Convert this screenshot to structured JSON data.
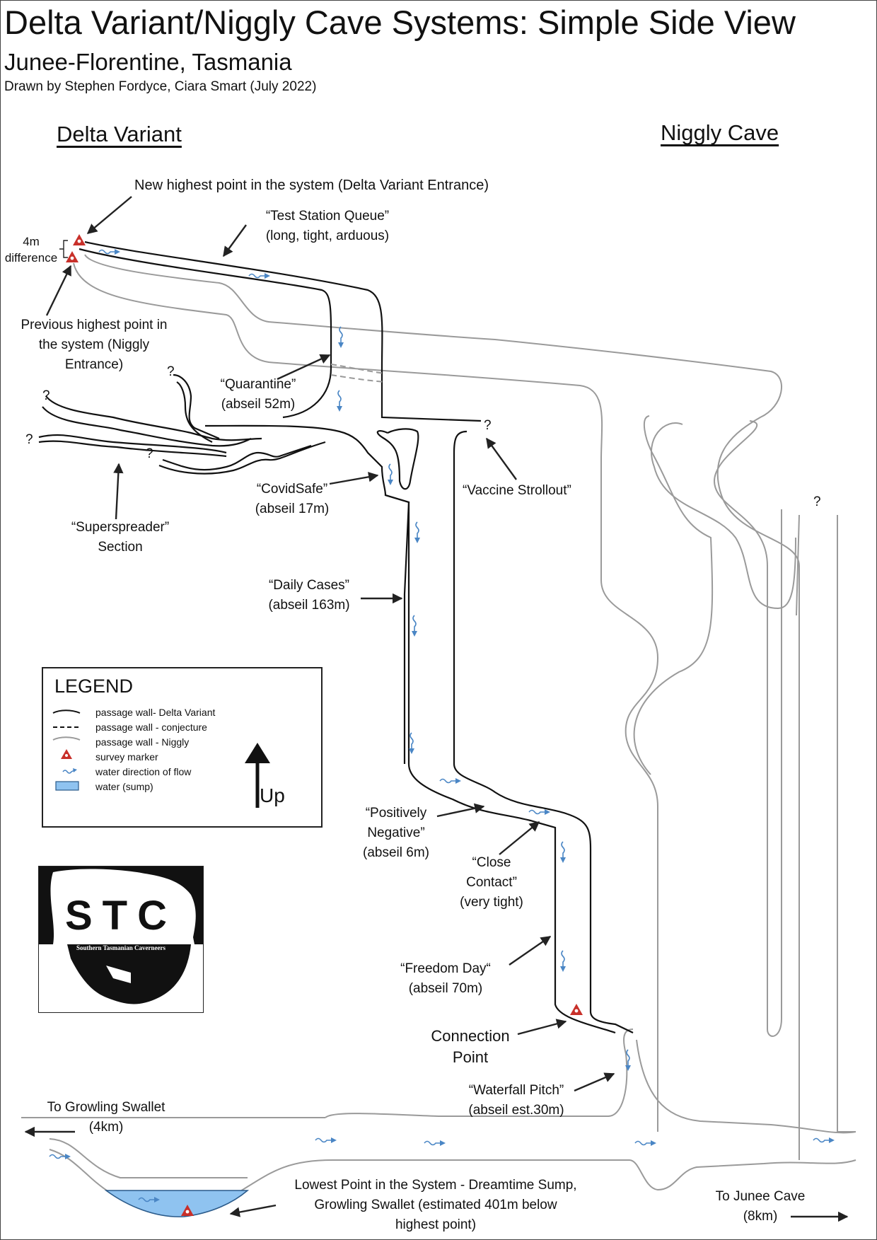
{
  "header": {
    "title": "Delta Variant/Niggly Cave Systems: Simple Side View",
    "subtitle": "Junee-Florentine, Tasmania",
    "credit": "Drawn by Stephen Fordyce, Ciara Smart (July 2022)"
  },
  "sections": {
    "delta": "Delta Variant",
    "niggly": "Niggly Cave"
  },
  "colors": {
    "delta_wall": "#111111",
    "niggly_wall": "#9a9a9a",
    "water_flow": "#4a86c5",
    "sump_fill": "#8fc3f0",
    "marker": "#c8302a"
  },
  "annotations": {
    "new_highest": "New highest point in the system (Delta Variant Entrance)",
    "test_station_1": "“Test Station Queue”",
    "test_station_2": "(long, tight, arduous)",
    "diff_1": "4m",
    "diff_2": "difference",
    "prev_highest_1": "Previous highest point in",
    "prev_highest_2": "the system (Niggly",
    "prev_highest_3": "Entrance)",
    "quarantine_1": "“Quarantine”",
    "quarantine_2": "(abseil 52m)",
    "covidsafe_1": "“CovidSafe”",
    "covidsafe_2": "(abseil 17m)",
    "vaccine": "“Vaccine Strollout”",
    "superspreader_1": "“Superspreader”",
    "superspreader_2": "Section",
    "daily_cases_1": "“Daily Cases”",
    "daily_cases_2": "(abseil 163m)",
    "positively_1": "“Positively",
    "positively_2": "Negative”",
    "positively_3": "(abseil 6m)",
    "close_contact_1": "“Close",
    "close_contact_2": "Contact”",
    "close_contact_3": "(very tight)",
    "freedom_1": "“Freedom Day“",
    "freedom_2": "(abseil 70m)",
    "connection_1": "Connection",
    "connection_2": "Point",
    "waterfall_1": "“Waterfall Pitch”",
    "waterfall_2": "(abseil est.30m)",
    "growling_1": "To Growling Swallet",
    "growling_2": "(4km)",
    "lowest_1": "Lowest Point in the System - Dreamtime Sump,",
    "lowest_2": "Growling Swallet (estimated 401m below",
    "lowest_3": "highest point)",
    "junee_1": "To Junee Cave",
    "junee_2": "(8km)",
    "unknown": "?"
  },
  "legend": {
    "title": "LEGEND",
    "items": [
      {
        "icon": "solid-line",
        "label": "passage wall- Delta Variant"
      },
      {
        "icon": "dashed-line",
        "label": "passage wall - conjecture"
      },
      {
        "icon": "grey-line",
        "label": "passage wall - Niggly"
      },
      {
        "icon": "triangle-marker",
        "label": "survey marker"
      },
      {
        "icon": "water-arrow",
        "label": "water direction of flow"
      },
      {
        "icon": "blue-rectangle",
        "label": "water (sump)"
      }
    ],
    "up_label": "Up"
  },
  "logo": {
    "text": "STC",
    "subtext": "Southern Tasmanian Caverneers"
  }
}
